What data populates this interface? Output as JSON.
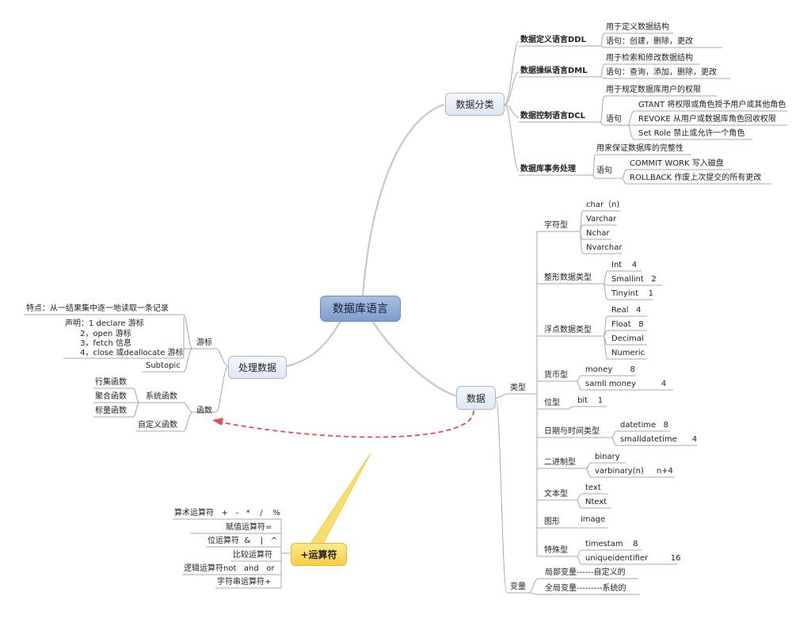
{
  "root": "数据库语言",
  "classify": {
    "label": "数据分类",
    "ddl": {
      "label": "数据定义语言DDL",
      "items": [
        "用于定义数据结构",
        "语句：创建，删除，更改"
      ]
    },
    "dml": {
      "label": "数据操纵语言DML",
      "items": [
        "用于检索和修改数据结构",
        "语句：查询，添加，删除，更改"
      ]
    },
    "dcl": {
      "label": "数据控制语言DCL",
      "purpose": "用于规定数据库用户的权限",
      "stmt": "语句",
      "items": [
        "GTANT 将权限或角色授予用户或其他角色",
        "REVOKE 从用户或数据库角色回收权限",
        "Set Role 禁止或允许一个角色"
      ]
    },
    "tx": {
      "label": "数据库事务处理",
      "purpose": "用来保证数据库的完整性",
      "stmt": "语句",
      "items": [
        "COMMIT WORK 写入磁盘",
        "ROLLBACK 作废上次提交的所有更改"
      ]
    }
  },
  "data": {
    "label": "数据",
    "types_label": "类型",
    "types": {
      "char": {
        "label": "字符型",
        "items": [
          "char（n)",
          "Varchar",
          "Nchar",
          "Nvarchar"
        ]
      },
      "int": {
        "label": "整形数据类型",
        "items": [
          "Int    4",
          "Smallint   2",
          "Tinyint    1"
        ]
      },
      "float": {
        "label": "浮点数据类型",
        "items": [
          "Real   4",
          "Float   8",
          "Decimal",
          "Numeric"
        ]
      },
      "money": {
        "label": "货币型",
        "items": [
          "money       8",
          "samll money          4"
        ]
      },
      "bit": {
        "label": "位型",
        "items": [
          "bit    1"
        ]
      },
      "date": {
        "label": "日期与时间类型",
        "items": [
          "datetime   8",
          "smalldatetime      4"
        ]
      },
      "binary": {
        "label": "二进制型",
        "items": [
          "binary",
          "varbinary(n)     n+4"
        ]
      },
      "text": {
        "label": "文本型",
        "items": [
          "text",
          "Ntext"
        ]
      },
      "image": {
        "label": "图形",
        "items": [
          "image"
        ]
      },
      "special": {
        "label": "特殊型",
        "items": [
          "timestam    8",
          "uniqueidentifier         16"
        ]
      }
    },
    "vars_label": "变量",
    "vars": [
      "局部变量------自定义的",
      "全局变量---------系统的"
    ]
  },
  "process": {
    "label": "处理数据",
    "cursor": {
      "label": "游标",
      "feature": "特点：从一结果集中逐一地读取一条记录",
      "steps": [
        "声明：1 declare 游标",
        "      2，open 游标",
        "      3，fetch 信息",
        "      4，close 或deallocate 游标"
      ],
      "subtopic": "Subtopic"
    },
    "func": {
      "label": "函数",
      "system": "系统函数",
      "system_items": [
        "行集函数",
        "聚合函数",
        "标量函数"
      ],
      "custom": "自定义函数"
    }
  },
  "operators": {
    "label": "+运算符",
    "items": [
      "算术运算符   +   -   *    /    %",
      "赋值运算符=",
      "位运算符  &    |   ^",
      "比较运算符",
      "逻辑运算符not   and   or",
      "字符串运算符+"
    ]
  },
  "colors": {
    "branch": "#c8c8c8",
    "line": "#a8a8a8",
    "relation": "#d9534f",
    "callout": "#f8cf45",
    "root": "#8fa9d4"
  }
}
